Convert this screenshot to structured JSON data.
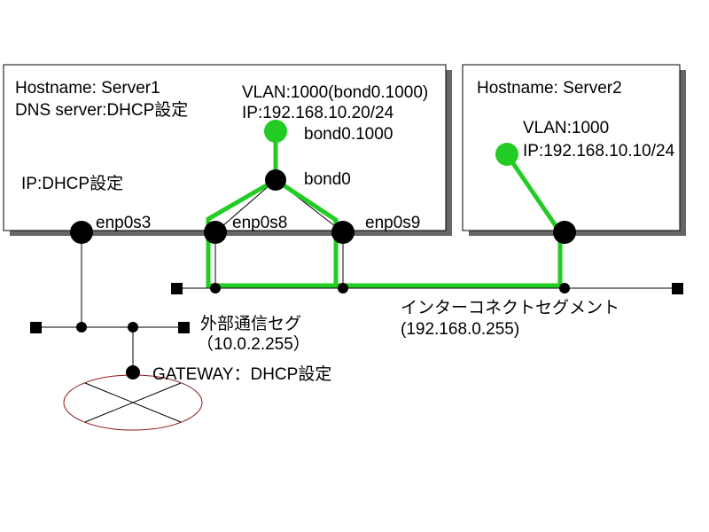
{
  "colors": {
    "bond_green": "#22cc22",
    "line": "#000000",
    "shadow": "#666666",
    "background": "#ffffff"
  },
  "server1": {
    "hostname": "Hostname:  Server1",
    "dns": "DNS server:DHCP設定",
    "ip": "IP:DHCP設定",
    "vlan": "VLAN:1000(bond0.1000)",
    "vlan_ip": "IP:192.168.10.20/24",
    "bond_vlan_label": "bond0.1000",
    "bond_label": "bond0",
    "nic1": "enp0s3",
    "nic2": "enp0s8",
    "nic3": "enp0s9"
  },
  "server2": {
    "hostname": "Hostname:  Server2",
    "vlan": "VLAN:1000",
    "vlan_ip": "IP:192.168.10.10/24"
  },
  "external_segment": {
    "name": "外部通信セグ",
    "address": "（10.0.2.255）"
  },
  "interconnect_segment": {
    "name": "インターコネクトセグメント",
    "address": "(192.168.0.255)"
  },
  "gateway": {
    "label": "GATEWAY：DHCP設定"
  }
}
